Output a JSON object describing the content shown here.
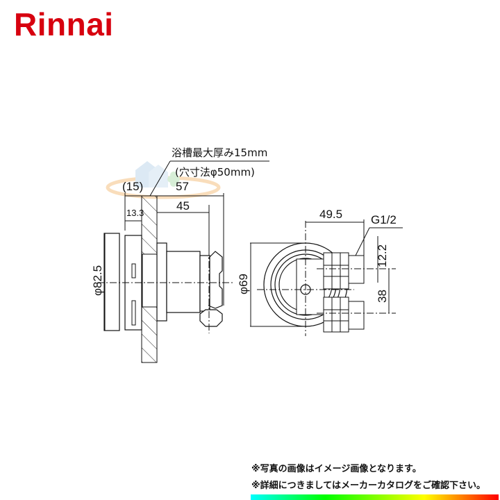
{
  "brand": {
    "logo_text": "Rinnai",
    "color": "#d7000f"
  },
  "diagram": {
    "callout_line1": "浴槽最大厚み15mm",
    "callout_line2": "(穴寸法φ50mm)",
    "side_view": {
      "dim_wall_thickness": "(15)",
      "dim_total_depth": "57",
      "dim_body_depth": "45",
      "dim_flange": "13.3",
      "dim_diameter": "φ82.5"
    },
    "front_view": {
      "dim_offset": "49.5",
      "dim_thread": "G1/2",
      "dim_pipe_height": "12.2",
      "dim_pitch": "38",
      "dim_diameter": "φ69"
    }
  },
  "notes": [
    "※写真の画像はイメージ画像となります。",
    "※詳細につきましてはメーカーカタログをご確認下さい。"
  ],
  "colors": {
    "rainbow": [
      "#00ffff",
      "#00ff00",
      "#ffff00",
      "#ff0000"
    ]
  }
}
